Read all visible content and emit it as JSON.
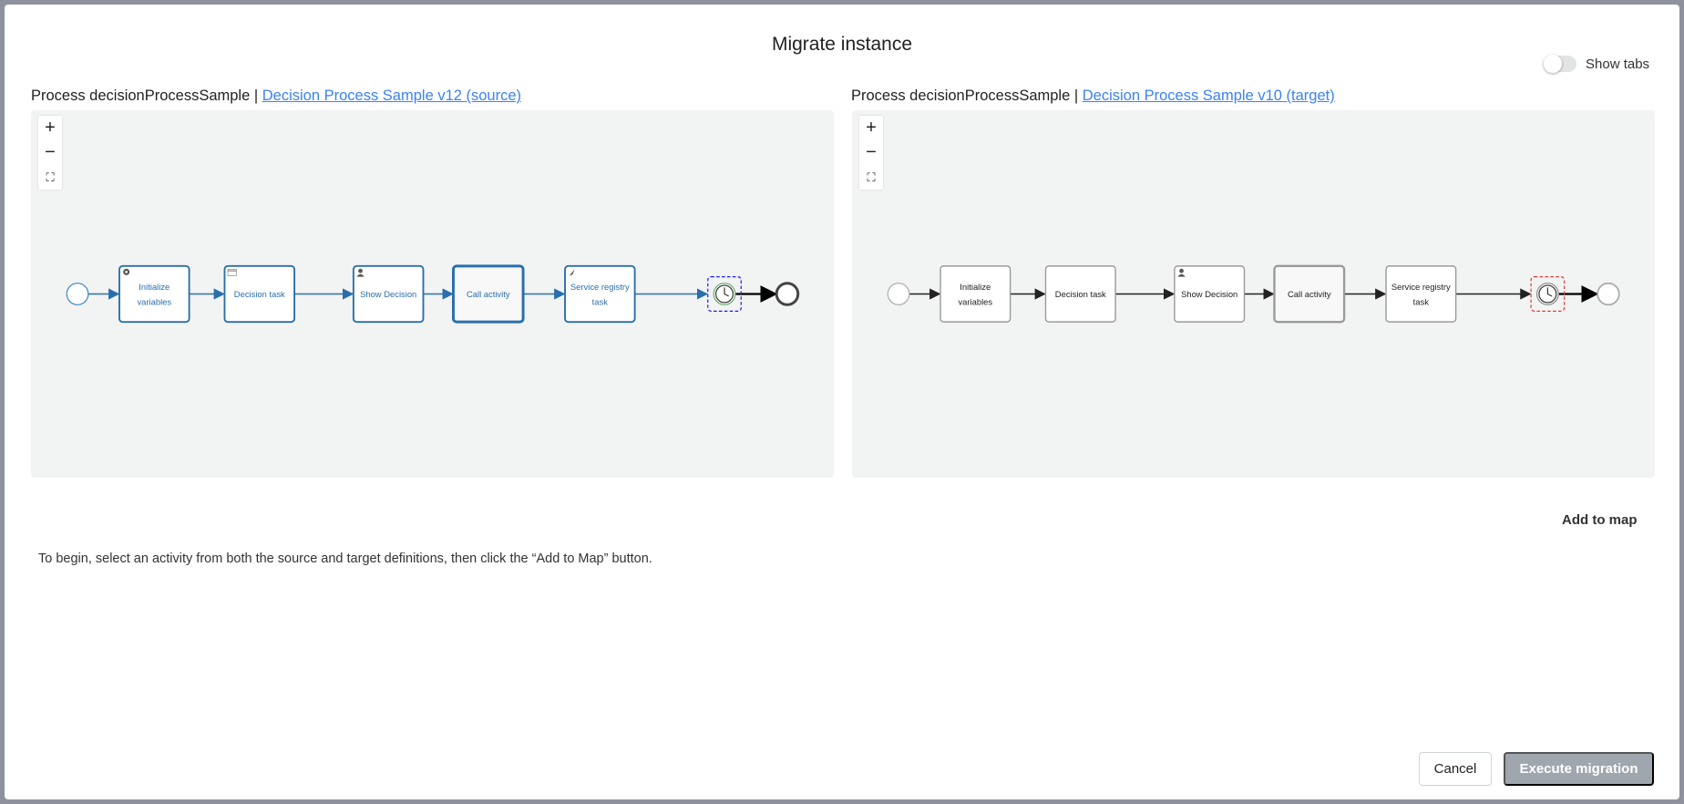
{
  "dialog": {
    "title": "Migrate instance",
    "show_tabs_label": "Show tabs",
    "show_tabs_on": false
  },
  "source": {
    "prefix": "Process decisionProcessSample |",
    "link": "Decision Process Sample v12 (source)",
    "tasks": [
      {
        "label1": "Initialize",
        "label2": "variables",
        "icon": "gear-icon"
      },
      {
        "label1": "Decision task",
        "label2": "",
        "icon": "table-icon"
      },
      {
        "label1": "Show Decision",
        "label2": "",
        "icon": "user-icon"
      },
      {
        "label1": "Call activity",
        "label2": "",
        "icon": ""
      },
      {
        "label1": "Service registry",
        "label2": "task",
        "icon": "rocket-icon"
      }
    ]
  },
  "target": {
    "prefix": "Process decisionProcessSample |",
    "link": "Decision Process Sample v10 (target)",
    "tasks": [
      {
        "label1": "Initialize",
        "label2": "variables",
        "icon": ""
      },
      {
        "label1": "Decision task",
        "label2": "",
        "icon": ""
      },
      {
        "label1": "Show Decision",
        "label2": "",
        "icon": "user-icon"
      },
      {
        "label1": "Call activity",
        "label2": "",
        "icon": ""
      },
      {
        "label1": "Service registry",
        "label2": "task",
        "icon": ""
      }
    ]
  },
  "zoom": {
    "in": "+",
    "out": "−",
    "fit": "⛶"
  },
  "add_to_map": "Add to map",
  "hint": "To begin, select an activity from both the source and target definitions, then click the “Add to Map” button.",
  "buttons": {
    "cancel": "Cancel",
    "execute": "Execute migration"
  },
  "colors": {
    "source_stroke": "#2a6fad",
    "target_stroke": "#9a9a9a",
    "link": "#3b82f6",
    "source_timer_selection": "#1a1aff",
    "target_timer_selection": "#e53935"
  }
}
